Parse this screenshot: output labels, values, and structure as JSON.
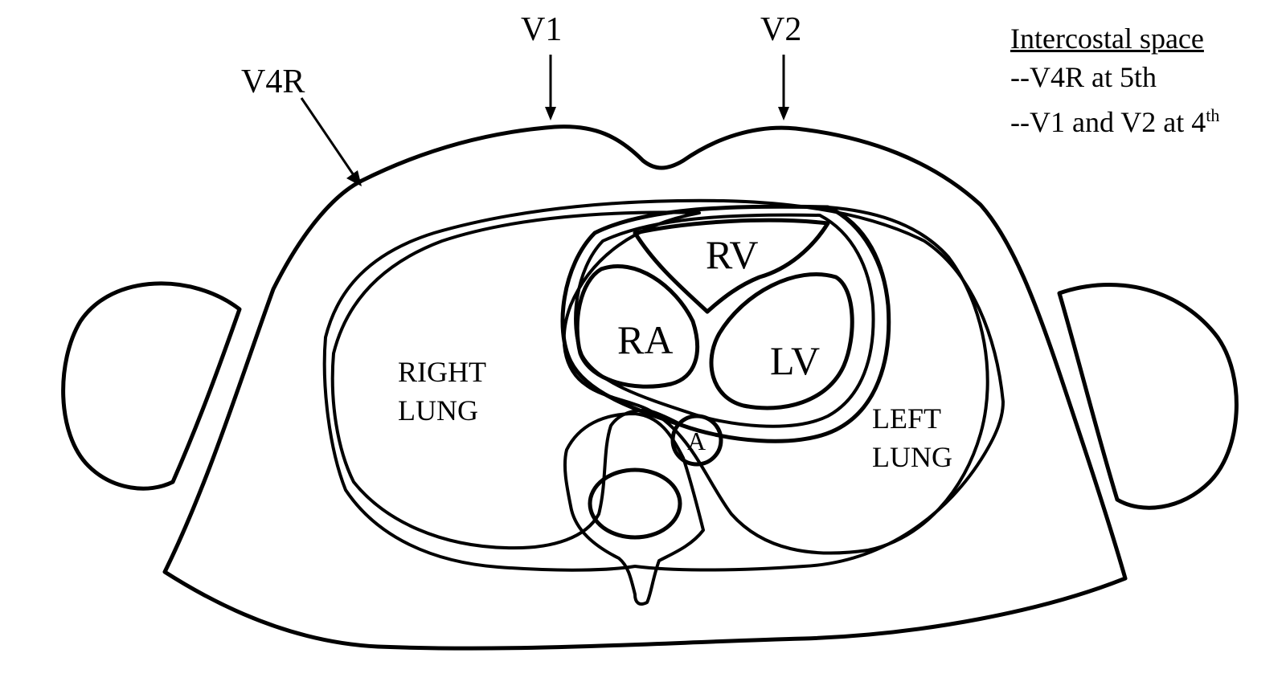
{
  "leads": {
    "v1": "V1",
    "v2": "V2",
    "v4r": "V4R"
  },
  "chambers": {
    "rv": "RV",
    "ra": "RA",
    "lv": "LV",
    "aorta": "A"
  },
  "lungs": {
    "right_line1": "RIGHT",
    "right_line2": "LUNG",
    "left_line1": "LEFT",
    "left_line2": "LUNG"
  },
  "legend": {
    "title": "Intercostal space",
    "line1": "--V4R at 5th",
    "line2_prefix": "--V1 and V2 at 4",
    "line2_sup": "th"
  }
}
